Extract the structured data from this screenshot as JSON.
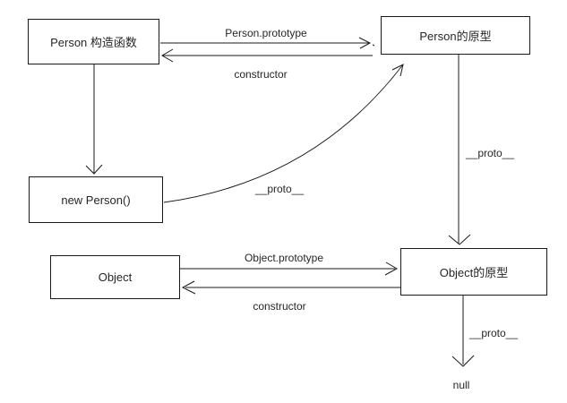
{
  "canvas": {
    "background_color": "#ffffff",
    "line_color": "#1a1a1a",
    "text_color": "#262626"
  },
  "nodes": {
    "person_constructor": {
      "label": "Person 构造函数"
    },
    "person_prototype": {
      "label": "Person的原型"
    },
    "new_person": {
      "label": "new Person()"
    },
    "object": {
      "label": "Object"
    },
    "object_prototype": {
      "label": "Object的原型"
    },
    "null_terminal": {
      "label": "null"
    }
  },
  "edges": {
    "person_prototype_ref": {
      "label": "Person.prototype",
      "from": "Person 构造函数",
      "to": "Person的原型"
    },
    "person_constructor_ref": {
      "label": "constructor",
      "from": "Person的原型",
      "to": "Person 构造函数"
    },
    "person_instance": {
      "label": "",
      "from": "Person 构造函数",
      "to": "new Person()"
    },
    "new_person_proto": {
      "label": "__proto__",
      "from": "new Person()",
      "to": "Person的原型"
    },
    "person_prototype_proto": {
      "label": "__proto__",
      "from": "Person的原型",
      "to": "Object的原型"
    },
    "object_prototype_ref": {
      "label": "Object.prototype",
      "from": "Object",
      "to": "Object的原型"
    },
    "object_constructor_ref": {
      "label": "constructor",
      "from": "Object的原型",
      "to": "Object"
    },
    "object_prototype_proto": {
      "label": "__proto__",
      "from": "Object的原型",
      "to": "null"
    }
  }
}
